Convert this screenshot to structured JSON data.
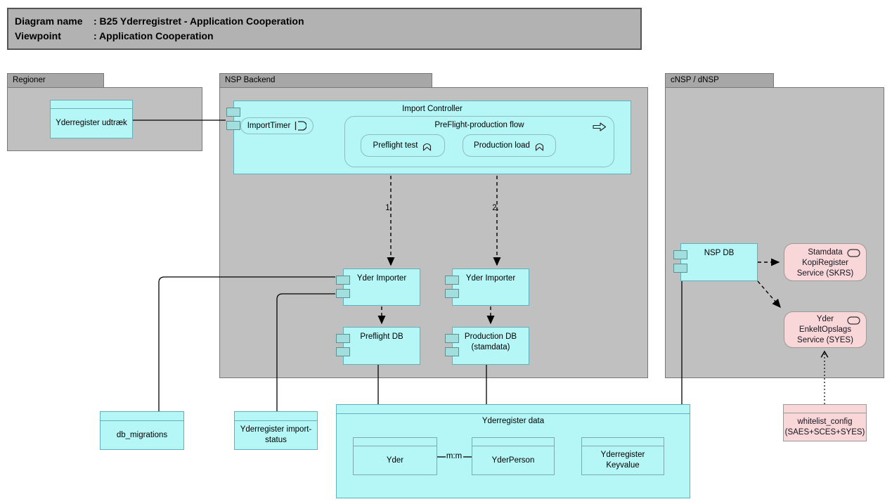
{
  "title_box": {
    "line1_label": "Diagram name",
    "line1_value": ": B25 Yderregistret - Application Cooperation",
    "line2_label": "Viewpoint",
    "line2_value": ": Application Cooperation"
  },
  "groups": {
    "regioner": "Regioner",
    "nsp_backend": "NSP Backend",
    "cnsp_dnsp": "cNSP / dNSP",
    "yderregister_data": "Yderregister data"
  },
  "nodes": {
    "yderregister_udtraek": "Yderregister udtræk",
    "import_controller": "Import Controller",
    "import_timer": "ImportTimer",
    "preflight_production_flow": "PreFlight-production flow",
    "preflight_test": "Preflight test",
    "production_load": "Production load",
    "yder_importer_left": "Yder Importer",
    "yder_importer_right": "Yder Importer",
    "preflight_db": "Preflight DB",
    "production_db_line1": "Production DB",
    "production_db_line2": "(stamdata)",
    "nsp_db": "NSP DB",
    "skrs_line1": "Stamdata",
    "skrs_line2": "KopiRegister",
    "skrs_line3": "Service (SKRS)",
    "syes_line1": "Yder",
    "syes_line2": "EnkeltOpslags",
    "syes_line3": "Service (SYES)",
    "db_migrations": "db_migrations",
    "import_status_line1": "Yderregister import-",
    "import_status_line2": "status",
    "yder": "Yder",
    "yder_person": "YderPerson",
    "keyvalue_line1": "Yderregister",
    "keyvalue_line2": "Keyvalue",
    "whitelist_line1": "whitelist_config",
    "whitelist_line2": "(SAES+SCES+SYES)"
  },
  "edge_labels": {
    "step1": "1.",
    "step2": "2.",
    "mm": "m:m"
  },
  "colors": {
    "cyan_fill": "#b5f6f6",
    "cyan_border": "#5fb0ba",
    "pink_fill": "#f9d7d9",
    "group_body": "#c0c0c0",
    "group_tab": "#a7a7a7",
    "title_fill": "#b2b2b2",
    "connector": "#000000"
  }
}
